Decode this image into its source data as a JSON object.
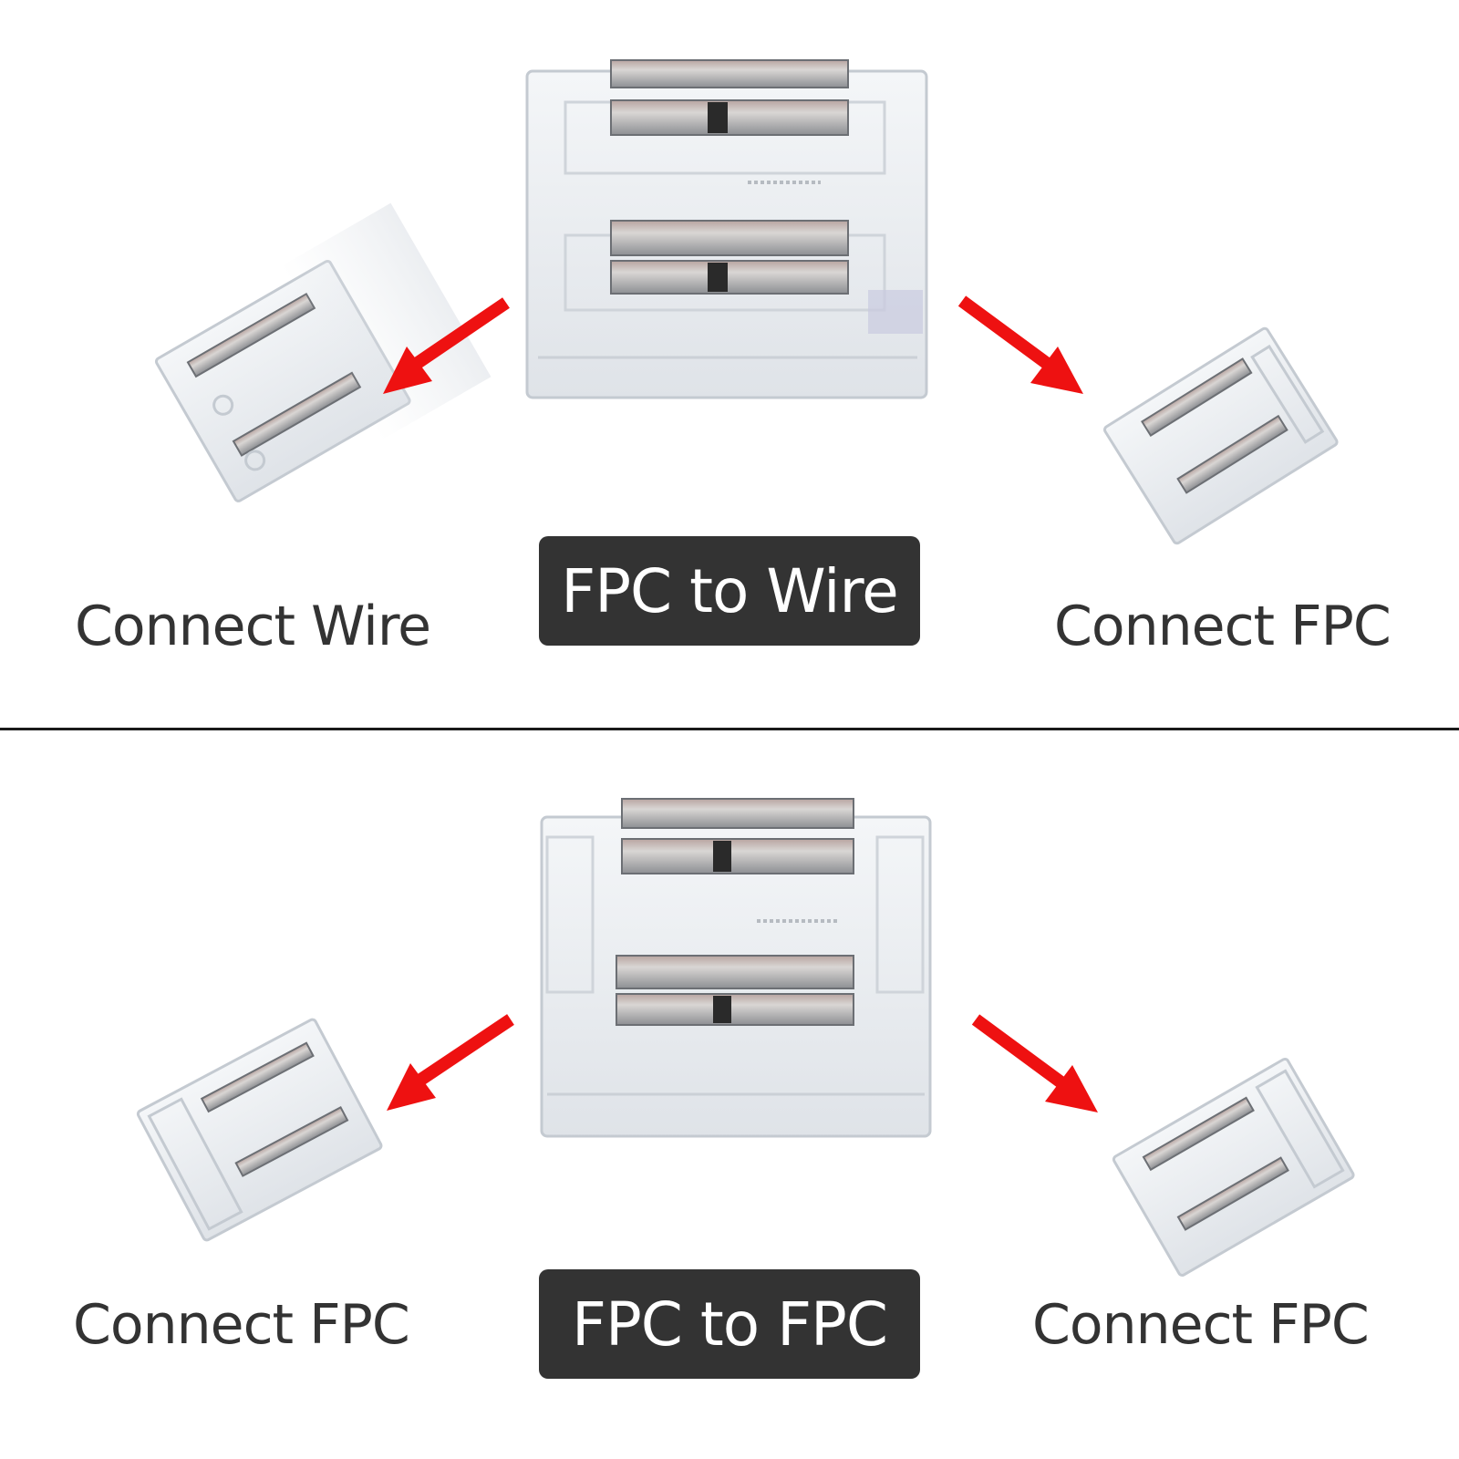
{
  "panels": [
    {
      "title": "FPC to Wire",
      "left_label": "Connect Wire",
      "right_label": "Connect FPC"
    },
    {
      "title": "FPC to FPC",
      "left_label": "Connect FPC",
      "right_label": "Connect FPC"
    }
  ],
  "colors": {
    "arrow": "#ee1111",
    "badge_bg": "#333333",
    "badge_text": "#ffffff",
    "label_text": "#333333",
    "divider": "#1a1a1a"
  }
}
